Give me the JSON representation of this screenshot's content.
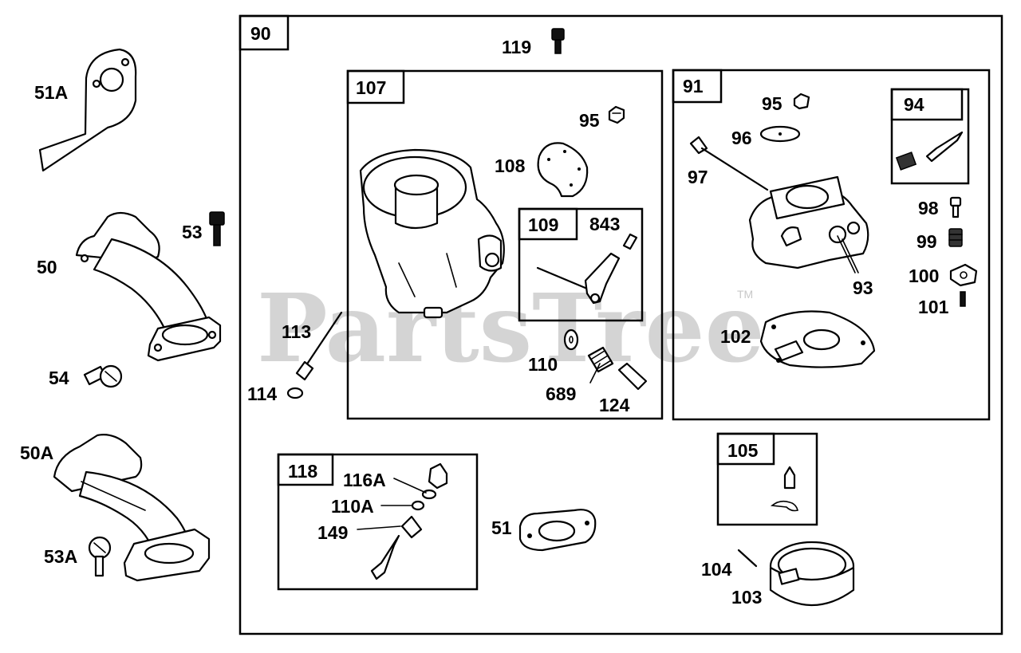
{
  "watermark": {
    "text": "PartsTree",
    "trademark": "TM"
  },
  "groups": {
    "g90": "90",
    "g107": "107",
    "g109": "109",
    "g91": "91",
    "g94": "94",
    "g118": "118",
    "g105": "105"
  },
  "callouts": {
    "p51A": "51A",
    "p53": "53",
    "p50": "50",
    "p54": "54",
    "p50A": "50A",
    "p53A": "53A",
    "p119": "119",
    "p95a": "95",
    "p108": "108",
    "p843": "843",
    "p113": "113",
    "p114": "114",
    "p110": "110",
    "p689": "689",
    "p124": "124",
    "p95b": "95",
    "p96": "96",
    "p97": "97",
    "p98": "98",
    "p99": "99",
    "p100": "100",
    "p101": "101",
    "p93": "93",
    "p102": "102",
    "p116A": "116A",
    "p110A": "110A",
    "p149": "149",
    "p51": "51",
    "p104": "104",
    "p103": "103"
  }
}
